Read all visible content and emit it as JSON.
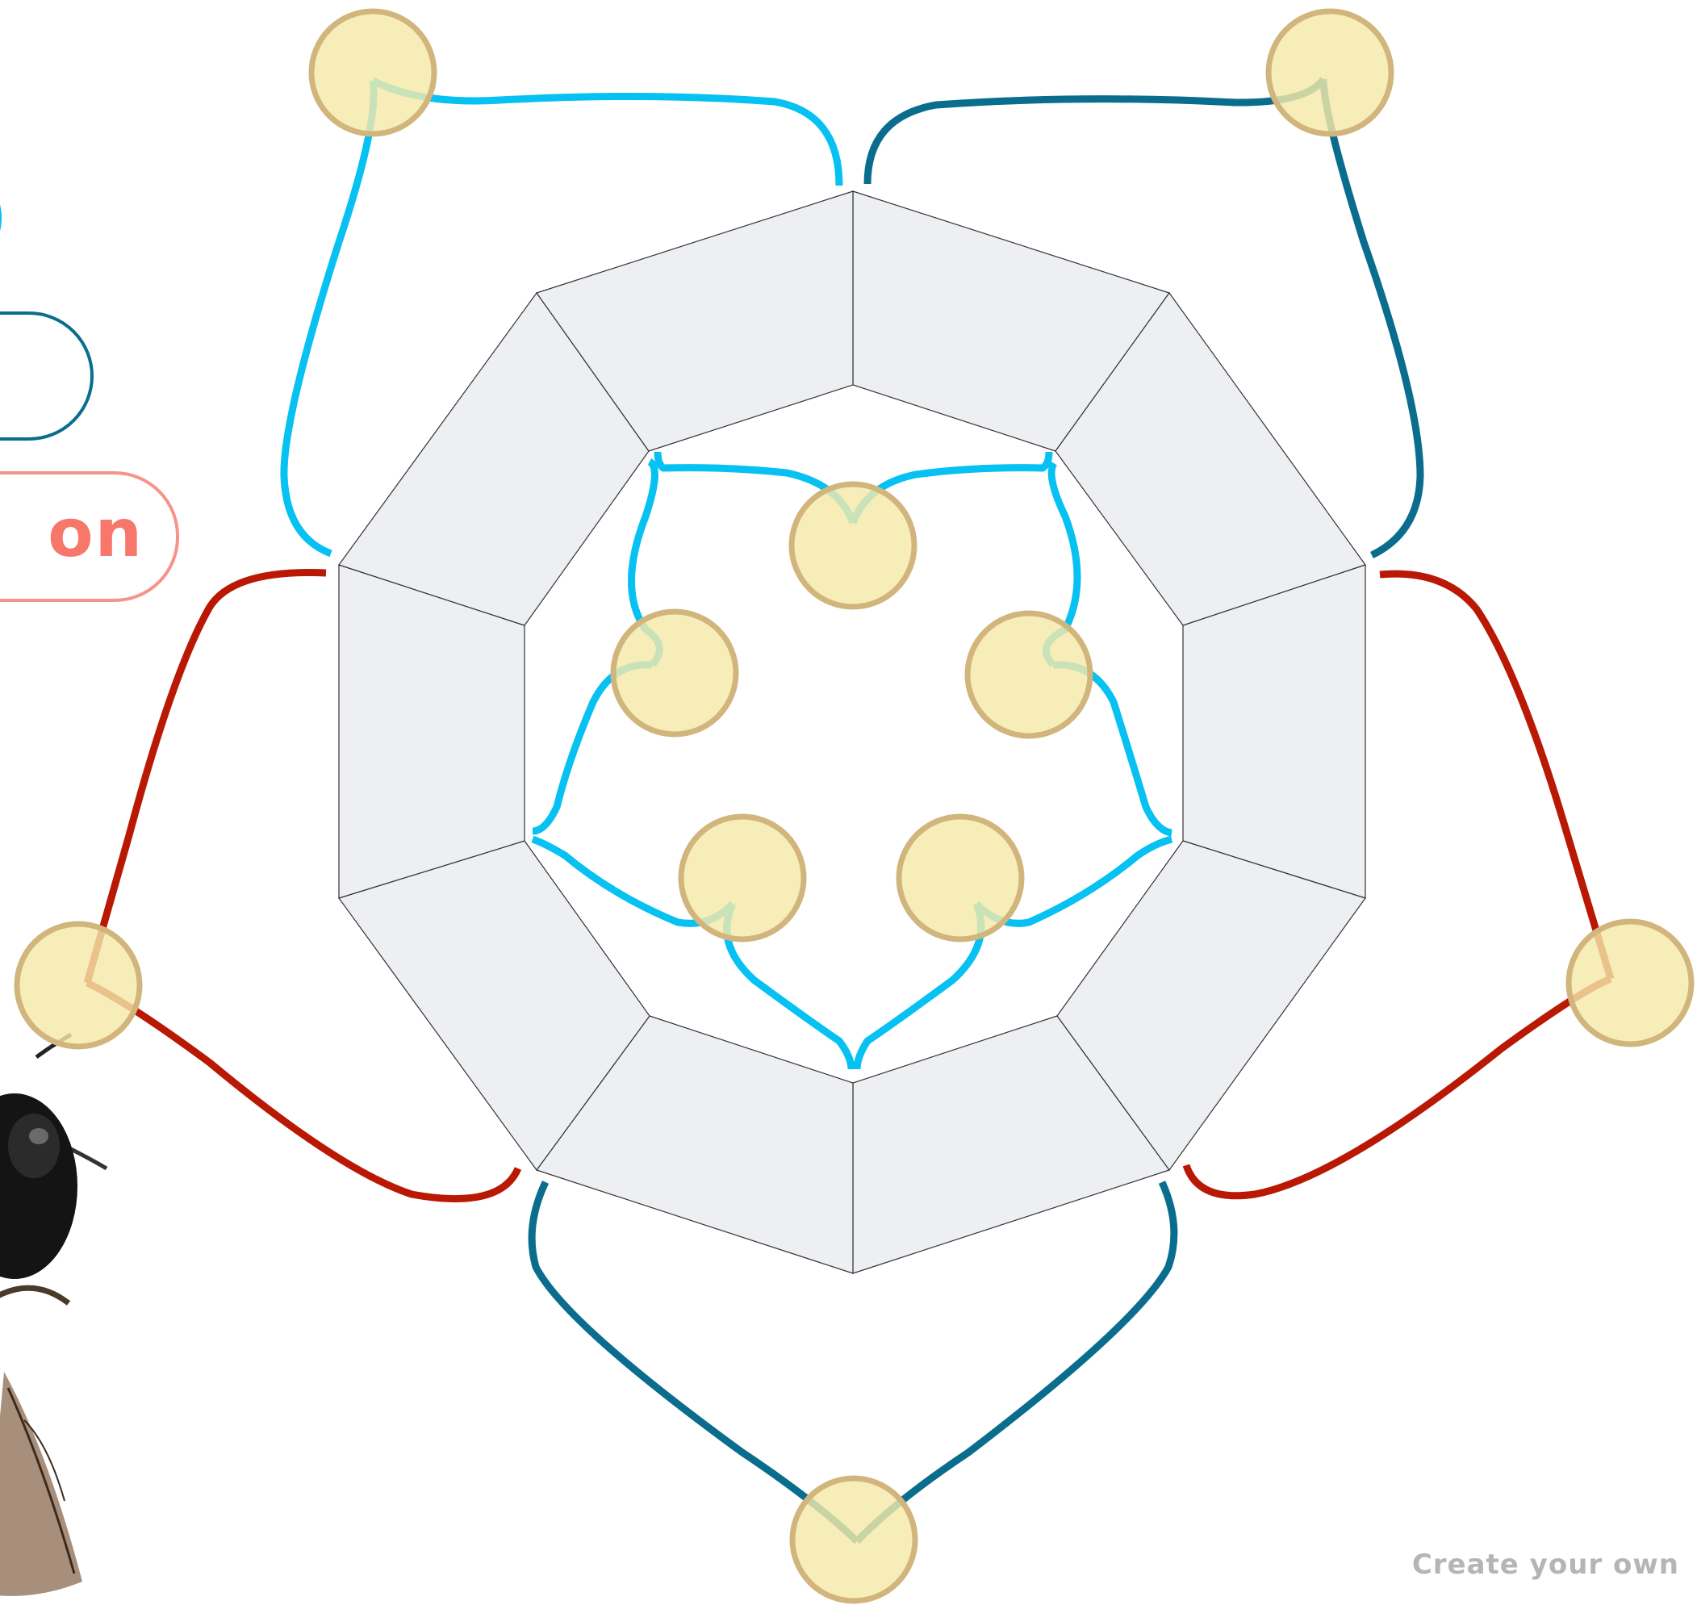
{
  "legend": {
    "buttons": [
      {
        "label": "",
        "color": "#06c1f1"
      },
      {
        "label": "",
        "color": "#0a6d8d"
      },
      {
        "label": "on",
        "color": "#f79489"
      }
    ]
  },
  "footer": {
    "create_label": "Create your own"
  },
  "colors": {
    "panel_fill": "#eeeff3",
    "panel_stroke": "#333333",
    "node_fill": "#f5e9a9",
    "node_stroke": "#d1b57c",
    "wire_cyan": "#06c1f1",
    "wire_teal": "#0a6d8d",
    "wire_red": "#b91904"
  },
  "board": {
    "outer_nodes": 5,
    "inner_nodes": 5,
    "panels": 10,
    "wires": [
      {
        "id": "top-left",
        "color": "cyan"
      },
      {
        "id": "top-right",
        "color": "teal"
      },
      {
        "id": "left",
        "color": "red"
      },
      {
        "id": "right",
        "color": "red"
      },
      {
        "id": "bottom",
        "color": "teal"
      },
      {
        "id": "inner-ring",
        "color": "cyan"
      }
    ]
  },
  "decoration": {
    "image": "bee-icon"
  }
}
